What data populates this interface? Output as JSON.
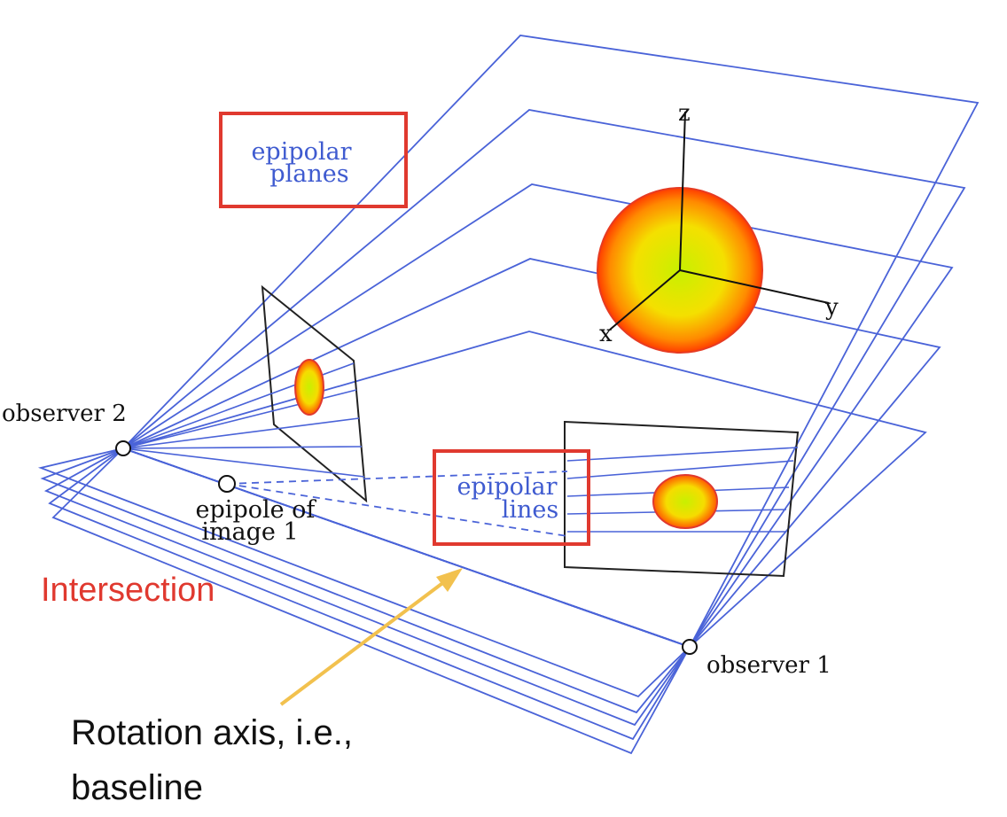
{
  "labels": {
    "epipolar_planes_line1": "epipolar",
    "epipolar_planes_line2": "planes",
    "epipolar_lines_line1": "epipolar",
    "epipolar_lines_line2": "lines",
    "observer_1": "observer 1",
    "observer_2": "observer 2",
    "epipole_line1": "epipole of",
    "epipole_line2": "image 1",
    "axis_x": "x",
    "axis_y": "y",
    "axis_z": "z",
    "intersection": "Intersection",
    "rotation_line1": "Rotation axis, i.e.,",
    "rotation_line2": "baseline"
  },
  "colors": {
    "plane_line": "#4a63d8",
    "label_blue": "#3f5bd0",
    "highlight_red": "#e0392f",
    "arrow_yellow": "#f2c14e",
    "ink": "#111111"
  }
}
